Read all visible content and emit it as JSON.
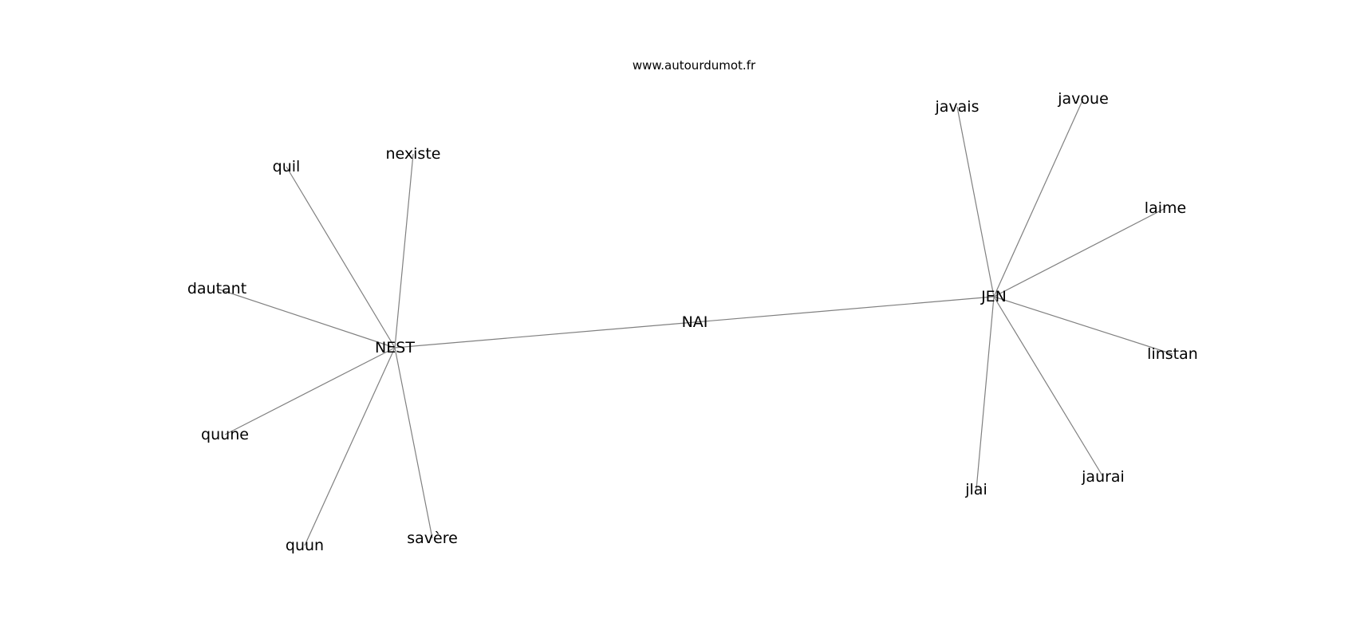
{
  "header": {
    "site": "www.autourdumot.fr"
  },
  "graph": {
    "nodes": [
      {
        "id": "nai",
        "label": "NAI"
      },
      {
        "id": "nest",
        "label": "NEST"
      },
      {
        "id": "jen",
        "label": "JEN"
      },
      {
        "id": "nexiste",
        "label": "nexiste"
      },
      {
        "id": "quil",
        "label": "quil"
      },
      {
        "id": "dautant",
        "label": "dautant"
      },
      {
        "id": "quune",
        "label": "quune"
      },
      {
        "id": "quun",
        "label": "quun"
      },
      {
        "id": "savere",
        "label": "savère"
      },
      {
        "id": "javais",
        "label": "javais"
      },
      {
        "id": "javoue",
        "label": "javoue"
      },
      {
        "id": "laime",
        "label": "laime"
      },
      {
        "id": "linstan",
        "label": "linstan"
      },
      {
        "id": "jaurai",
        "label": "jaurai"
      },
      {
        "id": "jlai",
        "label": "jlai"
      }
    ],
    "edges": [
      [
        "nest",
        "jen"
      ],
      [
        "nest",
        "nexiste"
      ],
      [
        "nest",
        "quil"
      ],
      [
        "nest",
        "dautant"
      ],
      [
        "nest",
        "quune"
      ],
      [
        "nest",
        "quun"
      ],
      [
        "nest",
        "savere"
      ],
      [
        "jen",
        "javais"
      ],
      [
        "jen",
        "javoue"
      ],
      [
        "jen",
        "laime"
      ],
      [
        "jen",
        "linstan"
      ],
      [
        "jen",
        "jaurai"
      ],
      [
        "jen",
        "jlai"
      ]
    ],
    "colors": {
      "edge": "#808080",
      "text": "#000000",
      "background": "#ffffff"
    }
  }
}
